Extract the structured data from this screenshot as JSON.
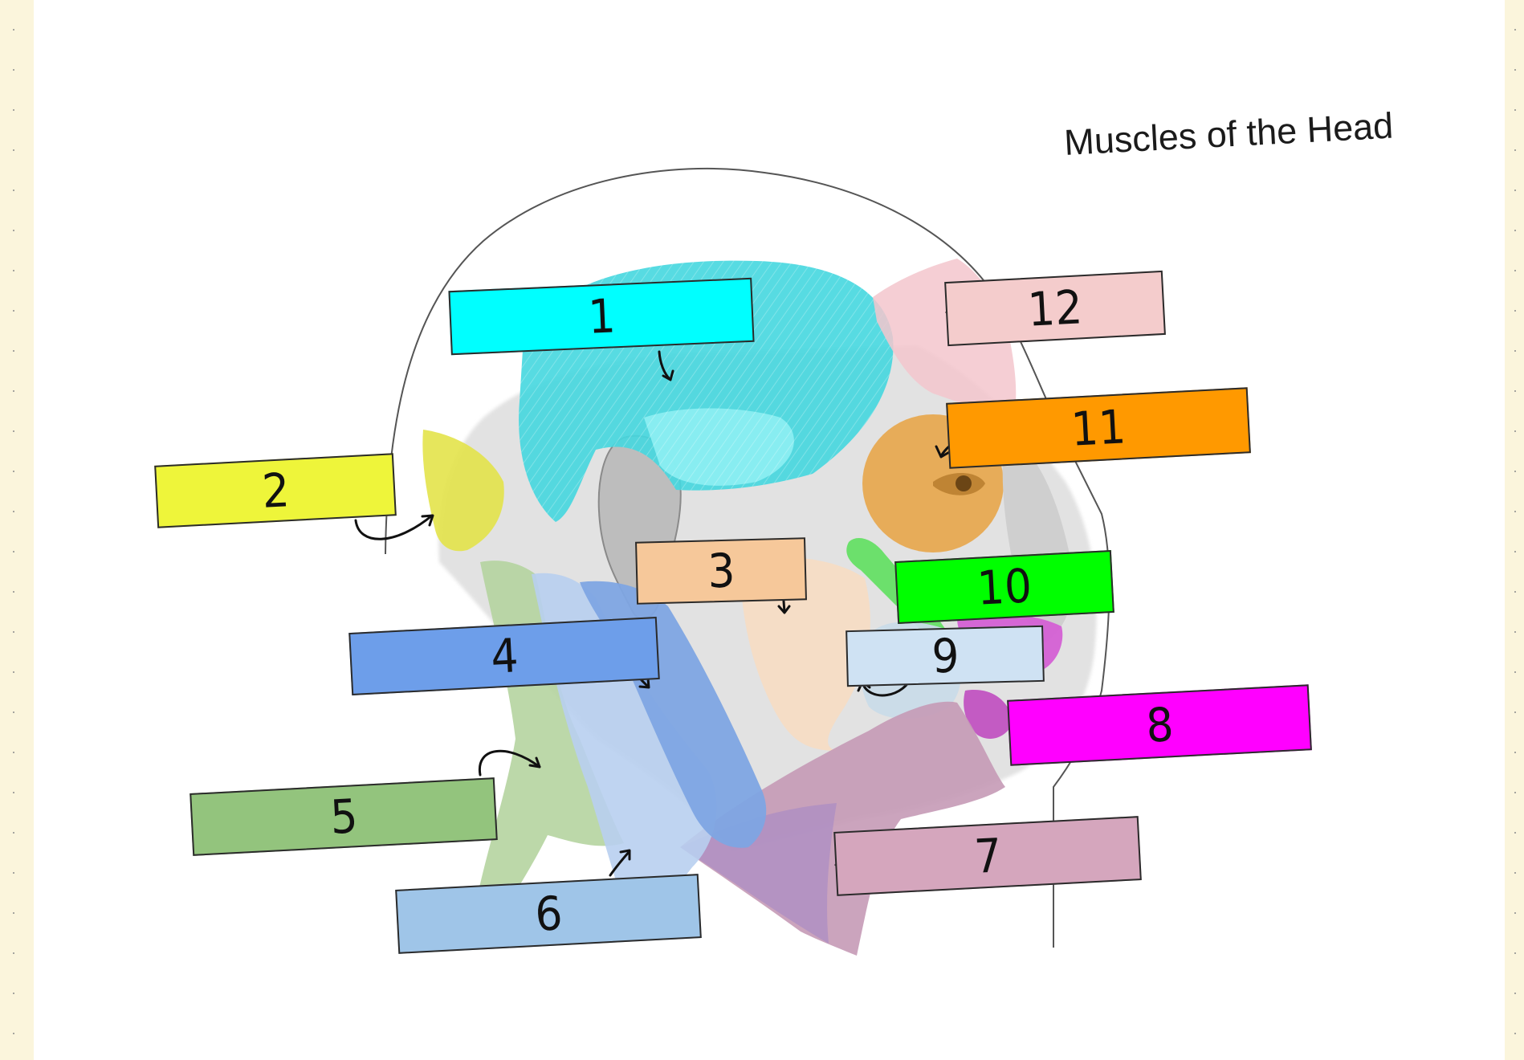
{
  "title": "Muscles of the Head",
  "labels": [
    {
      "id": "1",
      "text": "1",
      "color": "#00ffff"
    },
    {
      "id": "2",
      "text": "2",
      "color": "#eef53a"
    },
    {
      "id": "3",
      "text": "3",
      "color": "#f6c89a"
    },
    {
      "id": "4",
      "text": "4",
      "color": "#6d9eea"
    },
    {
      "id": "5",
      "text": "5",
      "color": "#93c47d"
    },
    {
      "id": "6",
      "text": "6",
      "color": "#9fc5e8"
    },
    {
      "id": "7",
      "text": "7",
      "color": "#d5a6bd"
    },
    {
      "id": "8",
      "text": "8",
      "color": "#ff00ff"
    },
    {
      "id": "9",
      "text": "9",
      "color": "#cfe2f3"
    },
    {
      "id": "10",
      "text": "10",
      "color": "#00ff00"
    },
    {
      "id": "11",
      "text": "11",
      "color": "#ff9900"
    },
    {
      "id": "12",
      "text": "12",
      "color": "#f4cccc"
    }
  ],
  "muscle_colors": {
    "frontalis_region": "#45d7df",
    "occipital": "#e3e34a",
    "temporal_front": "#f3c6cc",
    "orbicularis_oculi": "#e8a64a",
    "masseter": "#f5dcc4",
    "zygomatic": "#5fe05f",
    "buccinator": "#c9dbe8",
    "mentalis": "#d45ad4",
    "platysma": "#c59ab6",
    "trapezius": "#b5d4a0",
    "splenius": "#b8cff0",
    "scm": "#7ea5e3"
  }
}
